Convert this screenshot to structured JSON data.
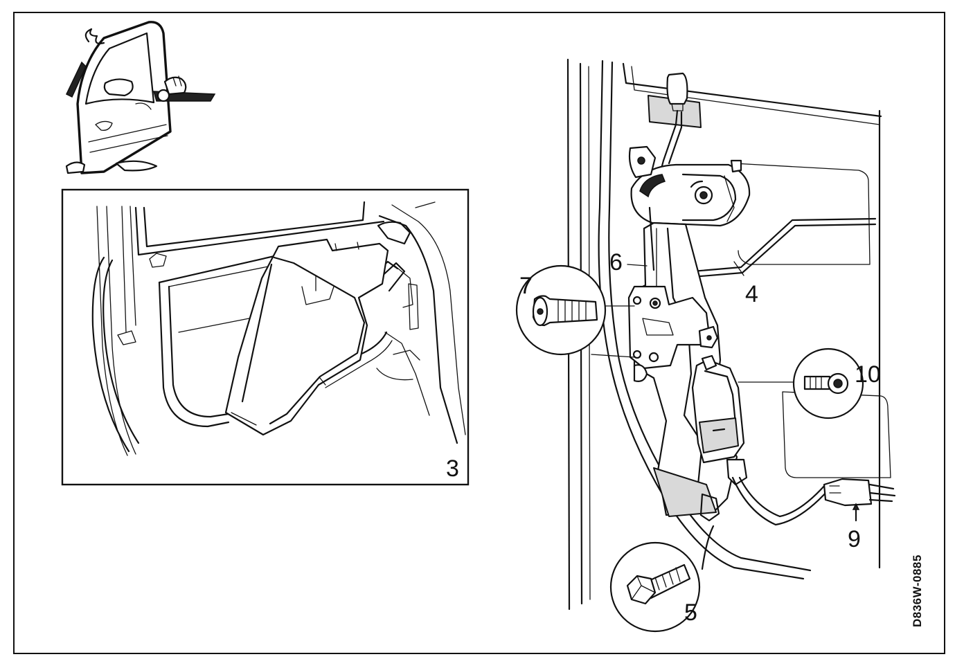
{
  "callouts": {
    "c3": "3",
    "c4": "4",
    "c5": "5",
    "c6": "6",
    "c7": "7",
    "c9": "9",
    "c10": "10"
  },
  "drawing_code": "D836W-0885"
}
